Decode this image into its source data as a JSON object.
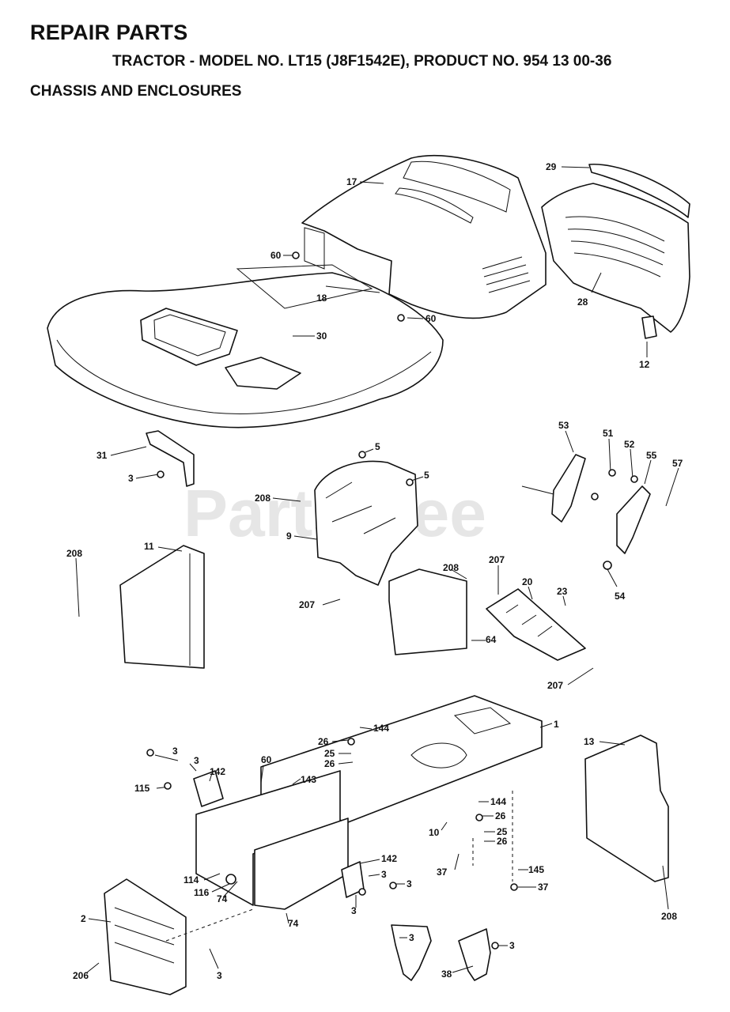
{
  "header": {
    "title": "REPAIR PARTS",
    "subtitle": "TRACTOR - MODEL NO. LT15 (J8F1542E), PRODUCT NO. 954 13 00-36",
    "section": "CHASSIS AND ENCLOSURES"
  },
  "watermark": "PartsTree",
  "callouts": [
    "17",
    "29",
    "60",
    "18",
    "60",
    "30",
    "28",
    "12",
    "31",
    "3",
    "5",
    "5",
    "208",
    "9",
    "53",
    "51",
    "52",
    "55",
    "57",
    "54",
    "208",
    "11",
    "208",
    "207",
    "207",
    "20",
    "23",
    "64",
    "207",
    "1",
    "144",
    "26",
    "25",
    "26",
    "3",
    "3",
    "142",
    "60",
    "115",
    "143",
    "13",
    "144",
    "26",
    "10",
    "25",
    "26",
    "142",
    "3",
    "3",
    "37",
    "145",
    "37",
    "114",
    "116",
    "74",
    "74",
    "3",
    "208",
    "2",
    "206",
    "3",
    "3",
    "38",
    "3"
  ]
}
